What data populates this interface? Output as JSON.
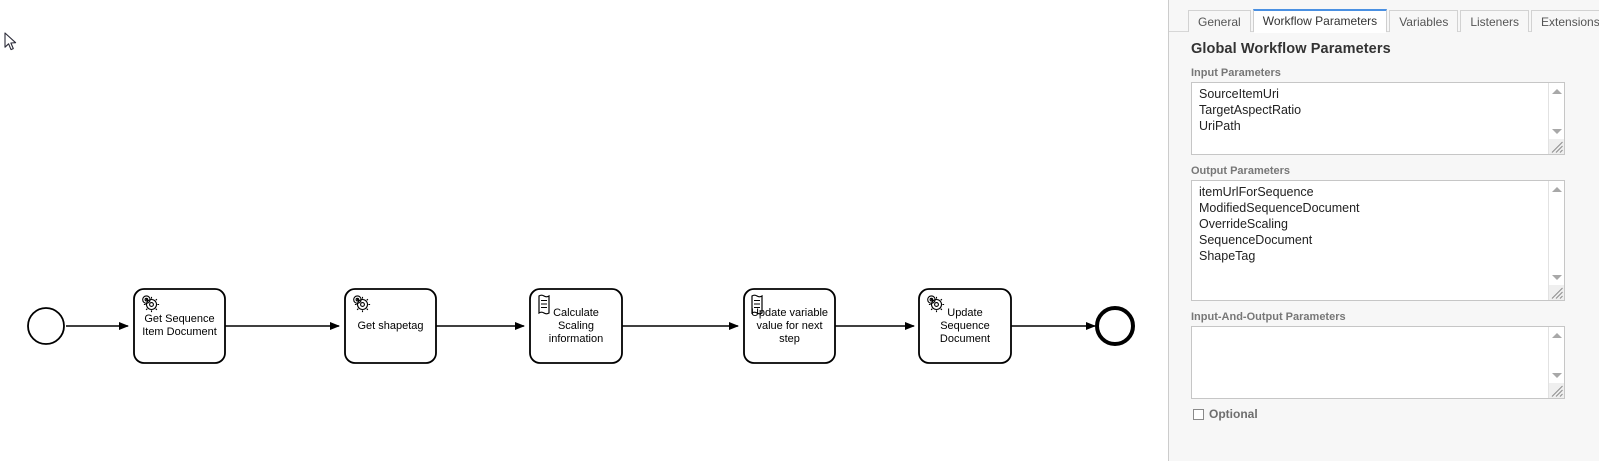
{
  "diagram": {
    "type": "bpmn-process",
    "start_event": {
      "name": "start-event"
    },
    "end_event": {
      "name": "end-event"
    },
    "tasks": [
      {
        "label_lines": [
          "Get Sequence",
          "Item Document"
        ],
        "icon": "gear-service-task-icon",
        "type": "service"
      },
      {
        "label_lines": [
          "Get shapetag"
        ],
        "icon": "gear-service-task-icon",
        "type": "service"
      },
      {
        "label_lines": [
          "Calculate",
          "Scaling",
          "information"
        ],
        "icon": "script-task-icon",
        "type": "script"
      },
      {
        "label_lines": [
          "Update variable",
          "value for next",
          "step"
        ],
        "icon": "script-task-icon",
        "type": "script"
      },
      {
        "label_lines": [
          "Update",
          "Sequence",
          "Document"
        ],
        "icon": "gear-service-task-icon",
        "type": "service"
      }
    ]
  },
  "cursor": {
    "name": "mouse-pointer"
  },
  "panel": {
    "ghost_text": "",
    "tabs": [
      {
        "label": "General",
        "active": false
      },
      {
        "label": "Workflow Parameters",
        "active": true
      },
      {
        "label": "Variables",
        "active": false
      },
      {
        "label": "Listeners",
        "active": false
      },
      {
        "label": "Extensions",
        "active": false
      }
    ],
    "section_title": "Global Workflow Parameters",
    "input_parameters": {
      "label": "Input Parameters",
      "items": [
        "SourceItemUri",
        "TargetAspectRatio",
        "UriPath"
      ]
    },
    "output_parameters": {
      "label": "Output Parameters",
      "items": [
        "itemUrlForSequence",
        "ModifiedSequenceDocument",
        "OverrideScaling",
        "SequenceDocument",
        "ShapeTag"
      ]
    },
    "input_and_output_parameters": {
      "label": "Input-And-Output Parameters",
      "items": []
    },
    "optional_checkbox": {
      "label": "Optional",
      "checked": false
    }
  },
  "colors": {
    "accent": "#4a90e2",
    "panel_bg": "#f7f7f7",
    "field_label": "#777777",
    "stroke": "#000000"
  }
}
